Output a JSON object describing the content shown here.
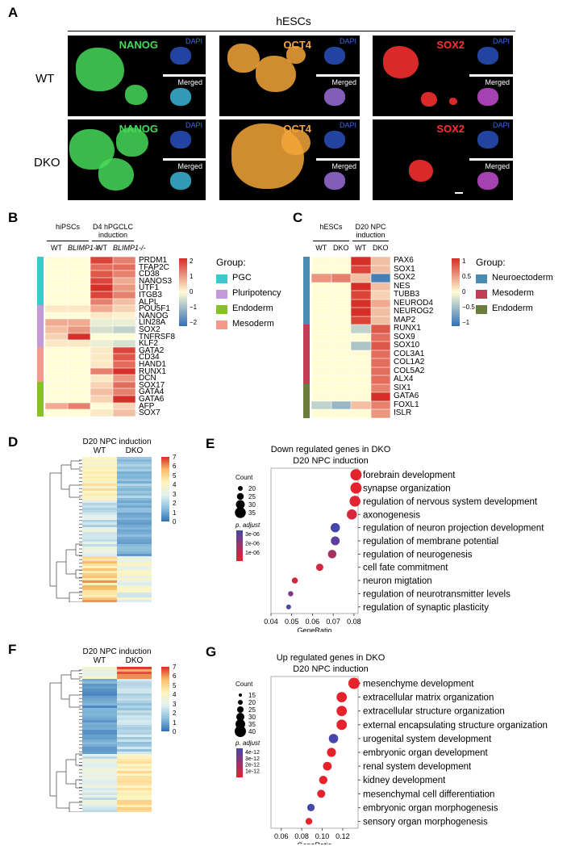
{
  "panelA": {
    "label": "A",
    "title": "hESCs",
    "rows": [
      "WT",
      "DKO"
    ],
    "markers": [
      {
        "name": "NANOG",
        "color": "#46d95a"
      },
      {
        "name": "OCT4",
        "color": "#f5a43a"
      },
      {
        "name": "SOX2",
        "color": "#ff3030"
      }
    ],
    "dapi": "DAPI",
    "merged": "Merged"
  },
  "panelB": {
    "label": "B",
    "groups": [
      "hiPSCs",
      "D4 hPGCLC induction"
    ],
    "cols": [
      "WT",
      "BLIMP1-/-",
      "WT",
      "BLIMP1-/-"
    ],
    "genes": [
      "PRDM1",
      "TFAP2C",
      "CD38",
      "NANOS3",
      "UTF1",
      "ITGB3",
      "ALPL",
      "POU5F1",
      "NANOG",
      "LIN28A",
      "SOX2",
      "TNFRSF8",
      "KLF2",
      "GATA2",
      "CD34",
      "HAND1",
      "RUNX1",
      "DCN",
      "SOX17",
      "GATA4",
      "GATA6",
      "AFP",
      "SOX7"
    ],
    "colorbar_ticks": [
      "2",
      "1",
      "0",
      "−1",
      "−2"
    ],
    "legend_title": "Group:",
    "legend": [
      {
        "name": "PGC",
        "color": "#3fc7cc"
      },
      {
        "name": "Pluripotency",
        "color": "#c39ad6"
      },
      {
        "name": "Endoderm",
        "color": "#86c12b"
      },
      {
        "name": "Mesoderm",
        "color": "#f39a8c"
      }
    ]
  },
  "panelC": {
    "label": "C",
    "groups": [
      "hESCs",
      "D20 NPC induction"
    ],
    "cols": [
      "WT",
      "DKO",
      "WT",
      "DKO"
    ],
    "genes": [
      "PAX6",
      "SOX1",
      "SOX2",
      "NES",
      "TUBB3",
      "NEUROD4",
      "NEUROG2",
      "MAP2",
      "RUNX1",
      "SOX9",
      "SOX10",
      "COL3A1",
      "COL1A2",
      "COL5A2",
      "ALX4",
      "SIX1",
      "GATA6",
      "FOXL1",
      "ISLR"
    ],
    "colorbar_ticks": [
      "1",
      "0.5",
      "0",
      "−0.5",
      "−1"
    ],
    "legend_title": "Group:",
    "legend": [
      {
        "name": "Neuroectoderm",
        "color": "#4a8bb0"
      },
      {
        "name": "Mesoderm",
        "color": "#c23e55"
      },
      {
        "name": "Endoderm",
        "color": "#6a7d3c"
      }
    ]
  },
  "panelD": {
    "label": "D",
    "title": "D20 NPC induction",
    "cols": [
      "WT",
      "DKO"
    ],
    "colorbar_ticks": [
      "7",
      "6",
      "5",
      "4",
      "3",
      "2",
      "1",
      "0"
    ]
  },
  "panelF": {
    "label": "F",
    "title": "D20 NPC induction",
    "cols": [
      "WT",
      "DKO"
    ],
    "colorbar_ticks": [
      "7",
      "6",
      "5",
      "4",
      "3",
      "2",
      "1",
      "0"
    ]
  },
  "panelE": {
    "label": "E",
    "title1": "Down regulated genes in DKO",
    "title2": "D20 NPC induction",
    "count_label": "Count",
    "count_ticks": [
      "20",
      "25",
      "30",
      "35"
    ],
    "padj_label": "p. adjust",
    "padj_ticks": [
      "3e-06",
      "2e-06",
      "1e-06"
    ],
    "xlabel": "GeneRatio",
    "xticks": [
      "0.04",
      "0.05",
      "0.06",
      "0.07",
      "0.08"
    ],
    "terms": [
      "forebrain development",
      "synapse organization",
      "regulation of nervous system development",
      "axonogenesis",
      "regulation of neuron projection development",
      "regulation of membrane potential",
      "regulation of neurogenesis",
      "cell fate commitment",
      "neuron migtation",
      "regulation of neurotransmitter levels",
      "regulation of synaptic plasticity"
    ]
  },
  "panelG": {
    "label": "G",
    "title1": "Up regulated genes in DKO",
    "title2": "D20 NPC induction",
    "count_label": "Count",
    "count_ticks": [
      "15",
      "20",
      "25",
      "30",
      "35",
      "40"
    ],
    "padj_label": "p. adjust",
    "padj_ticks": [
      "4e-12",
      "3e-12",
      "2e-12",
      "1e-12"
    ],
    "xlabel": "GeneRatio",
    "xticks": [
      "0.06",
      "0.08",
      "0.10",
      "0.12"
    ],
    "terms": [
      "mesenchyme development",
      "extracellular matrix organization",
      "extracellular structure organization",
      "external encapsulating structure organization",
      "urogenital system development",
      "embryonic organ development",
      "renal system development",
      "kidney development",
      "mesenchymal cell differentiation",
      "embryonic organ morphogenesis",
      "sensory organ morphogenesis"
    ]
  },
  "chart_data": [
    {
      "type": "scatter",
      "title": "Down regulated genes in DKO",
      "subtitle": "D20 NPC induction",
      "xlabel": "GeneRatio",
      "xlim": [
        0.04,
        0.082
      ],
      "categories": [
        "forebrain development",
        "synapse organization",
        "regulation of nervous system development",
        "axonogenesis",
        "regulation of neuron projection development",
        "regulation of membrane potential",
        "regulation of neurogenesis",
        "cell fate commitment",
        "neuron migtation",
        "regulation of neurotransmitter levels",
        "regulation of synaptic plasticity"
      ],
      "x": [
        0.081,
        0.081,
        0.0805,
        0.079,
        0.071,
        0.071,
        0.0695,
        0.0635,
        0.0515,
        0.0495,
        0.0485
      ],
      "count": [
        36,
        36,
        35,
        33,
        31,
        30,
        29,
        26,
        23,
        21,
        20
      ],
      "p_adjust": [
        2e-07,
        2e-07,
        3e-07,
        5e-07,
        3.3e-06,
        2.9e-06,
        1.5e-06,
        6e-07,
        6e-07,
        2.3e-06,
        3.3e-06
      ]
    },
    {
      "type": "scatter",
      "title": "Up regulated genes in DKO",
      "subtitle": "D20 NPC induction",
      "xlabel": "GeneRatio",
      "xlim": [
        0.05,
        0.135
      ],
      "categories": [
        "mesenchyme development",
        "extracellular matrix organization",
        "extracellular structure organization",
        "external encapsulating structure organization",
        "urogenital system development",
        "embryonic organ development",
        "renal system development",
        "kidney development",
        "mesenchymal cell differentiation",
        "embryonic organ morphogenesis",
        "sensory organ morphogenesis"
      ],
      "x": [
        0.131,
        0.119,
        0.119,
        0.119,
        0.111,
        0.109,
        0.105,
        0.101,
        0.099,
        0.089,
        0.087
      ],
      "count": [
        40,
        37,
        37,
        37,
        34,
        33,
        32,
        31,
        30,
        28,
        26
      ],
      "p_adjust": [
        1e-13,
        1e-13,
        1e-13,
        1e-13,
        4.2e-12,
        1e-13,
        1e-13,
        1e-13,
        1e-13,
        4.2e-12,
        1e-13
      ]
    }
  ]
}
